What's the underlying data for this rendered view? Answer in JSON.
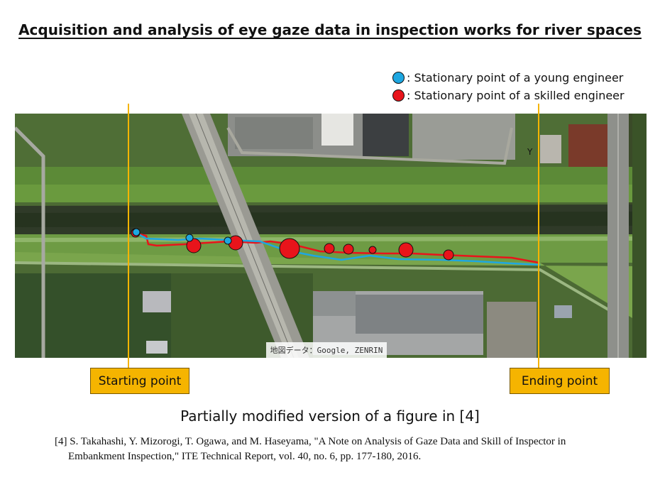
{
  "title": "Acquisition and analysis of eye gaze data in inspection works for river spaces",
  "legend": {
    "young": {
      "label": ": Stationary point of a young engineer",
      "color": "#1ea7e1"
    },
    "skilled": {
      "label": ": Stationary point of a skilled engineer",
      "color": "#e8141b"
    }
  },
  "map": {
    "credit": "地図データ：Google, ZENRIN",
    "marker_line_color": "#f5b400"
  },
  "start_label": "Starting point",
  "end_label": "Ending point",
  "caption": "Partially modified version of a figure in [4]",
  "reference": {
    "line1": "[4] S. Takahashi, Y. Mizorogi, T. Ogawa, and M. Haseyama, \"A Note on Analysis of Gaze Data and Skill of Inspector in",
    "line2": "Embankment Inspection,\" ITE Technical Report, vol. 40, no. 6, pp. 177-180, 2016."
  }
}
